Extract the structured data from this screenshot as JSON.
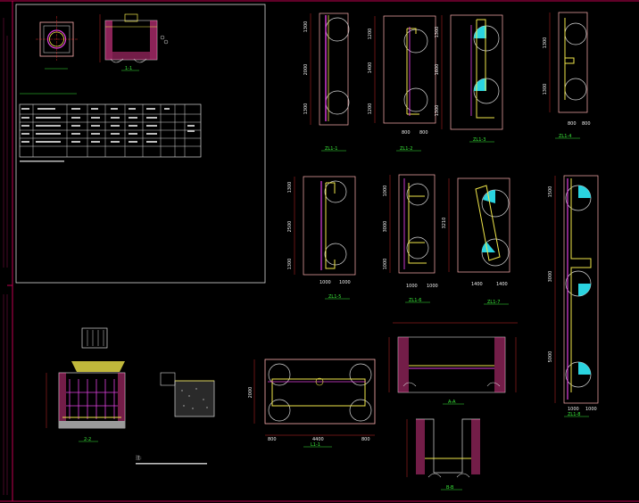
{
  "drawing": {
    "colors": {
      "background": "#000000",
      "border": "#c00050",
      "frame": "#d8d8d8",
      "wall": "#ffb0b0",
      "rebar_yellow": "#f0e64a",
      "rebar_magenta": "#e040e0",
      "cyan_fill": "#2ad4e0",
      "dim_line": "#ff3030",
      "text_green": "#39e639",
      "text_white": "#e8e8e8"
    },
    "top_left_panel": {
      "plan_title": "",
      "section_title": "1-1",
      "table": {
        "headers": [
          "",
          "",
          "",
          "",
          "",
          "",
          "",
          "",
          ""
        ],
        "rows": [
          [
            "",
            "",
            "",
            "",
            "",
            "",
            "",
            "",
            ""
          ],
          [
            "",
            "",
            "",
            "",
            "",
            "",
            "",
            "",
            ""
          ],
          [
            "",
            "",
            "",
            "",
            "",
            "",
            "",
            "",
            ""
          ],
          [
            "",
            "",
            "",
            "",
            "",
            "",
            "",
            "",
            ""
          ]
        ]
      }
    },
    "rebar_details": [
      {
        "id": "d1",
        "caption": "ZL1-1",
        "dims_left": [
          "1300",
          "2000",
          "1300"
        ],
        "dims_bottom": []
      },
      {
        "id": "d2",
        "caption": "ZL1-2",
        "dims_left": [
          "1200",
          "1400",
          "1200"
        ],
        "dims_bottom": [
          "800",
          "800"
        ]
      },
      {
        "id": "d3",
        "caption": "ZL1-3",
        "dims_left": [
          "1300",
          "1600",
          "1300"
        ],
        "dims_bottom": []
      },
      {
        "id": "d4",
        "caption": "ZL1-4",
        "dims_left": [
          "1300",
          "1300"
        ],
        "dims_bottom": [
          "800",
          "800"
        ]
      },
      {
        "id": "d5",
        "caption": "ZL1-5",
        "dims_left": [
          "1300",
          "2500",
          "1300"
        ],
        "dims_bottom": [
          "1000",
          "1000"
        ]
      },
      {
        "id": "d6",
        "caption": "ZL1-6",
        "dims_left": [
          "1000",
          "3000",
          "1000"
        ],
        "dims_bottom": [
          "1000",
          "1000"
        ]
      },
      {
        "id": "d7",
        "caption": "ZL1-7",
        "dims_left": [
          "3210"
        ],
        "dims_bottom": [
          "1400",
          "1400"
        ]
      },
      {
        "id": "d8",
        "caption": "ZL1-8",
        "dims_left": [
          "1500",
          "3000",
          "5000"
        ],
        "dims_bottom": [
          "1000",
          "1000"
        ]
      }
    ],
    "plan_view": {
      "caption": "L1-1",
      "dims_bottom": [
        "800",
        "4400",
        "800"
      ],
      "dims_left": [
        "2000"
      ]
    },
    "section_aa": {
      "caption": "A-A"
    },
    "section_bb": {
      "caption": "B-B"
    },
    "bottom_left": {
      "section_caption": "2-2",
      "note_title": "注:"
    }
  }
}
